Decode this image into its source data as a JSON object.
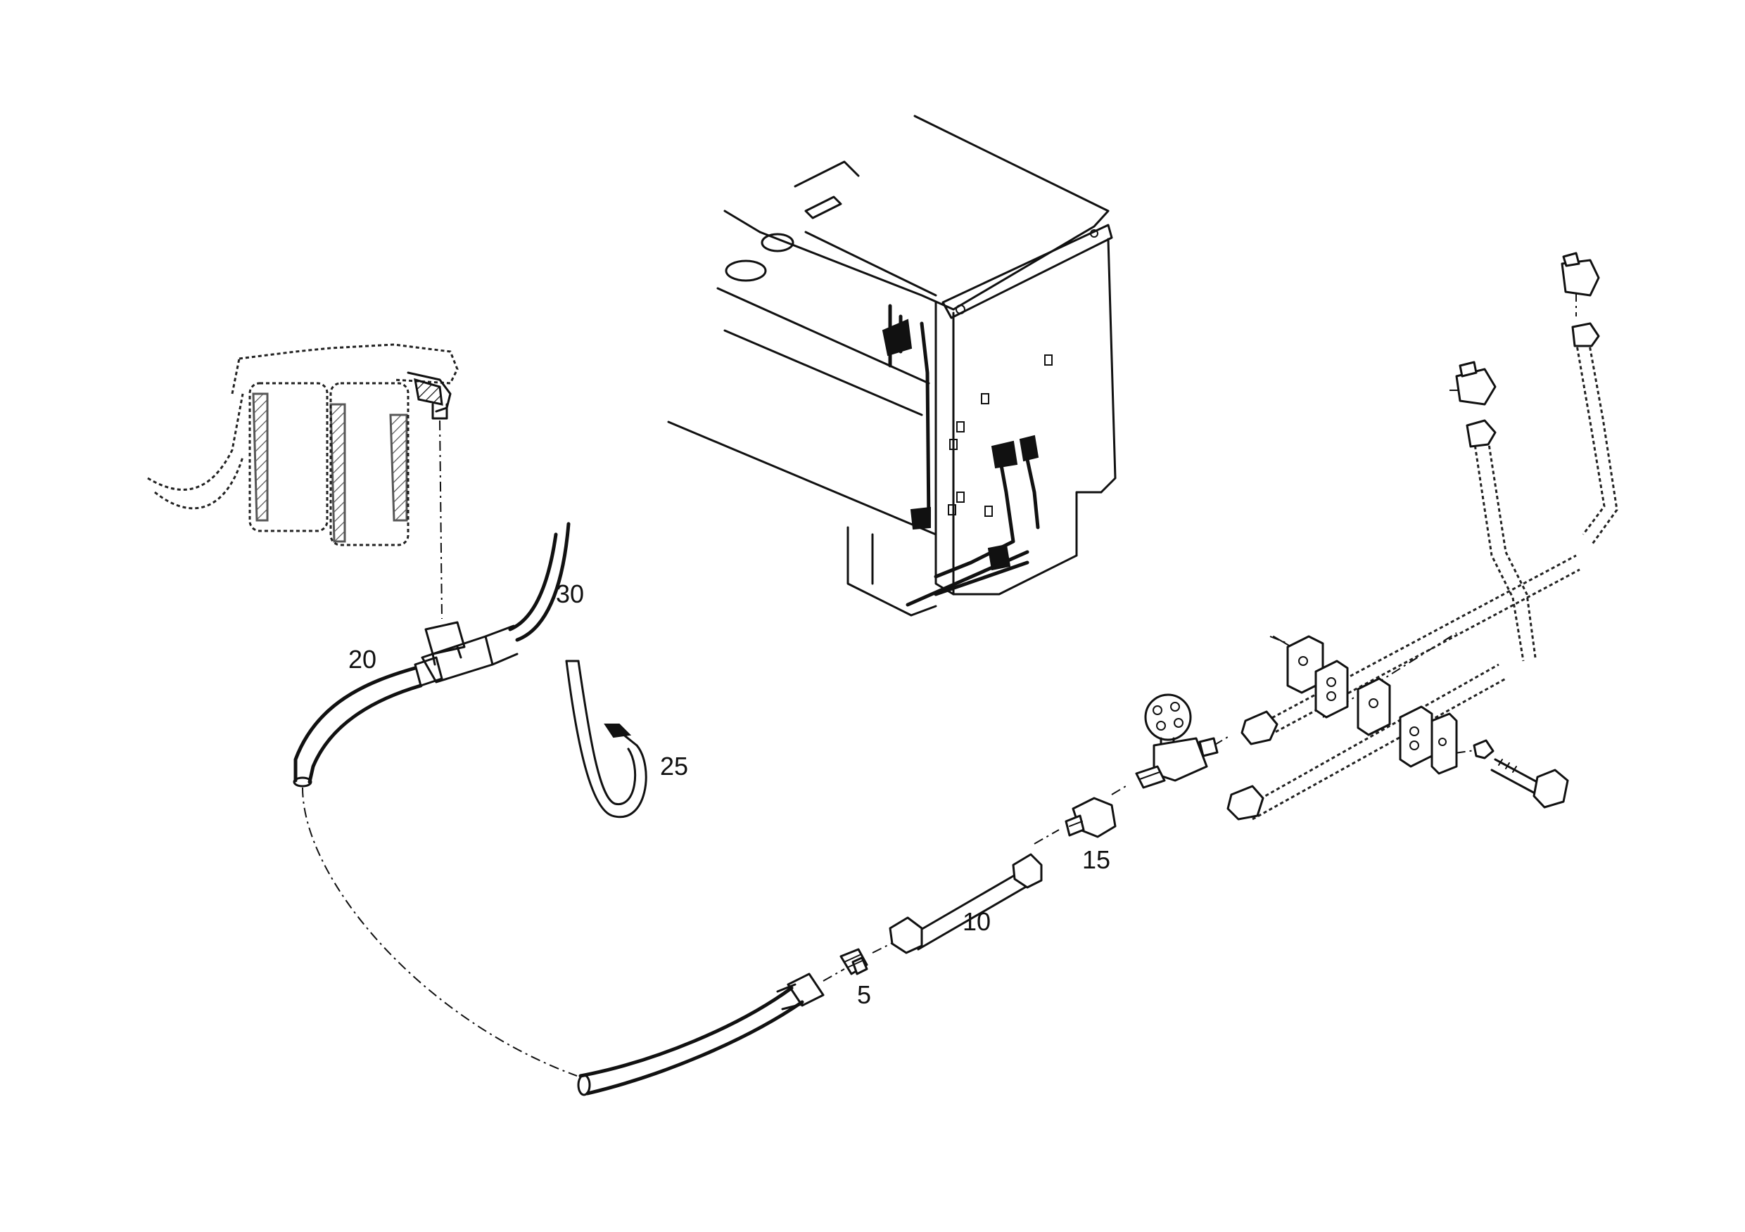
{
  "callouts": [
    {
      "id": "5",
      "text": "5"
    },
    {
      "id": "10",
      "text": "10"
    },
    {
      "id": "15",
      "text": "15"
    },
    {
      "id": "20",
      "text": "20"
    },
    {
      "id": "25",
      "text": "25"
    },
    {
      "id": "30",
      "text": "30"
    }
  ],
  "colors": {
    "line": "#111111",
    "background": "#ffffff"
  }
}
